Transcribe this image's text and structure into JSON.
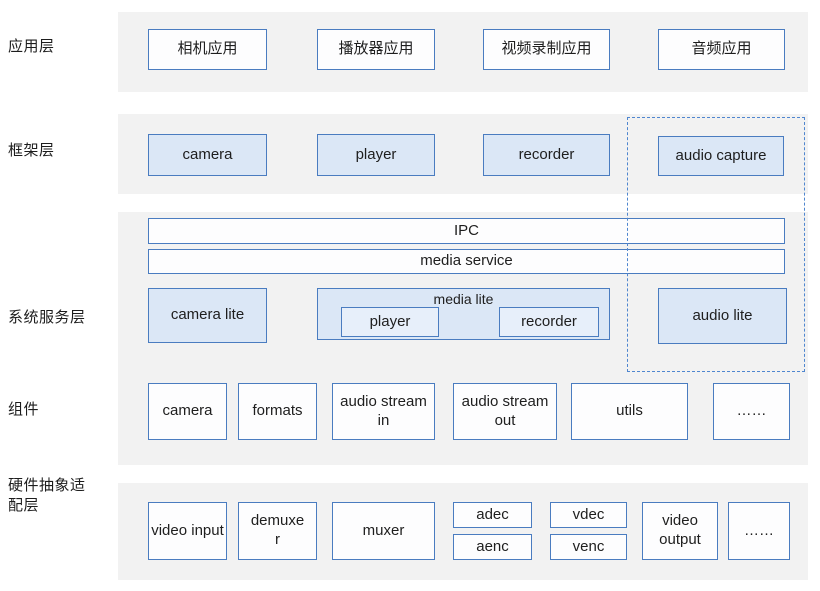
{
  "layers": {
    "app": {
      "label": "应用层",
      "boxes": [
        "相机应用",
        "播放器应用",
        "视频录制应用",
        "音频应用"
      ]
    },
    "framework": {
      "label": "框架层",
      "boxes": [
        "camera",
        "player",
        "recorder",
        "audio capture"
      ]
    },
    "system": {
      "label": "系统服务层",
      "ipc": "IPC",
      "media_service": "media service",
      "camera_lite": "camera lite",
      "media_lite": {
        "label": "media lite",
        "player": "player",
        "recorder": "recorder"
      },
      "audio_lite": "audio lite"
    },
    "components": {
      "label": "组件",
      "boxes": [
        "camera",
        "formats",
        "audio stream in",
        "audio stream out",
        "utils",
        "……"
      ]
    },
    "hal": {
      "label": "硬件抽象适配层",
      "boxes": [
        "video input",
        "demuxer",
        "muxer",
        "adec",
        "aenc",
        "vdec",
        "venc",
        "video output",
        "……"
      ]
    }
  },
  "colors": {
    "band_bg": "#f2f2f2",
    "border_blue": "#4a7cc0",
    "light_blue_fill": "#dbe7f6",
    "inner_blue_fill": "#e7effa",
    "white_fill": "#fdfdfe",
    "dashed_blue": "#4f86cf",
    "text": "#1e1e1e"
  }
}
